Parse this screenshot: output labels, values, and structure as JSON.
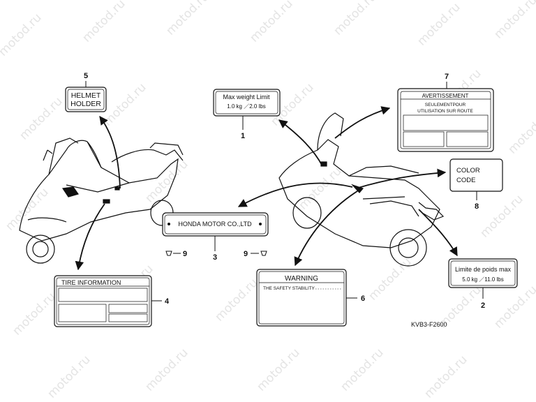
{
  "watermark": "motod.ru",
  "diagram_code": "KVB3-F2600",
  "labels": {
    "helmet_holder": {
      "line1": "HELMET",
      "line2": "HOLDER"
    },
    "max_weight": {
      "title": "Max weight Limit",
      "values": "1.0 kg  ／2.0 lbs"
    },
    "avertissement": {
      "title": "AVERTISSEMENT",
      "line1": "SEULEMENTPOUR",
      "line2": "UTILISATION SUR ROUTE"
    },
    "color_code": {
      "line1": "COLOR",
      "line2": "CODE"
    },
    "honda_plate": {
      "text": "HONDA MOTOR CO.,LTD"
    },
    "tire_information": {
      "title": "TIRE INFORMATION"
    },
    "warning": {
      "title": "WARNING",
      "line1": "THE SAFETY STABILITY"
    },
    "limite_poids": {
      "title": "Limite de poids max",
      "values": "5.0 kg  ／11.0 lbs"
    }
  },
  "callouts": {
    "c1": "1",
    "c2": "2",
    "c3": "3",
    "c4": "4",
    "c5": "5",
    "c6": "6",
    "c7": "7",
    "c8": "8",
    "c9a": "9",
    "c9b": "9"
  }
}
